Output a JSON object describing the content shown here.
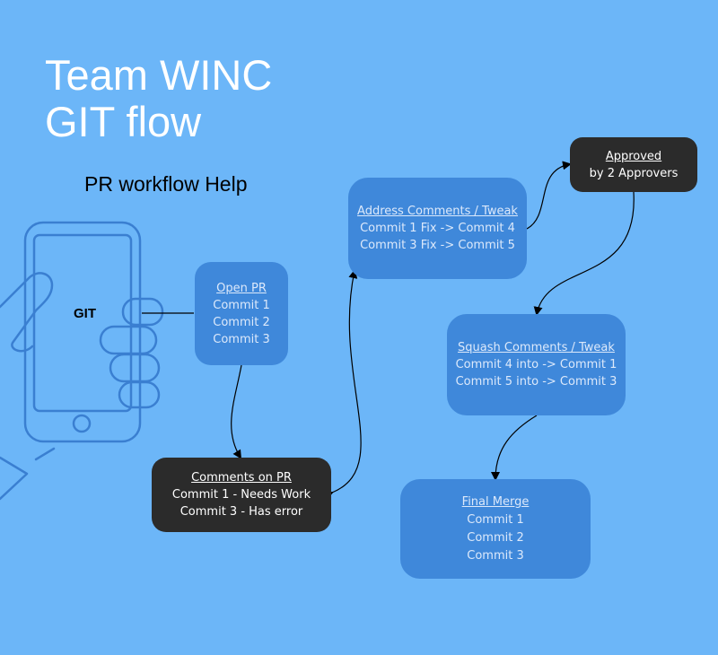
{
  "header": {
    "title_line1": "Team WINC",
    "title_line2": "GIT flow",
    "subtitle": "PR workflow Help"
  },
  "phone": {
    "label": "GIT",
    "icon": "hand-holding-phone-icon"
  },
  "nodes": {
    "open_pr": {
      "title": "Open PR",
      "lines": [
        "Commit 1",
        "Commit 2",
        "Commit 3"
      ]
    },
    "comments_on_pr": {
      "title": "Comments on PR",
      "lines": [
        "Commit 1 - Needs Work",
        "Commit 3 - Has error"
      ]
    },
    "address_comments": {
      "title": "Address Comments / Tweak",
      "lines": [
        "Commit 1 Fix -> Commit 4",
        "Commit 3 Fix -> Commit 5"
      ]
    },
    "approved": {
      "title": "Approved",
      "lines": [
        "by 2 Approvers"
      ]
    },
    "squash_comments": {
      "title": "Squash Comments / Tweak",
      "lines": [
        "Commit 4 into -> Commit 1",
        "Commit 5 into -> Commit 3"
      ]
    },
    "final_merge": {
      "title": "Final Merge",
      "lines": [
        "Commit 1",
        "Commit 2",
        "Commit 3"
      ]
    }
  },
  "colors": {
    "background": "#6cb6f8",
    "node_blue": "#3f88da",
    "node_dark": "#2b2b2b",
    "phone_outline": "#3a7fd1"
  }
}
